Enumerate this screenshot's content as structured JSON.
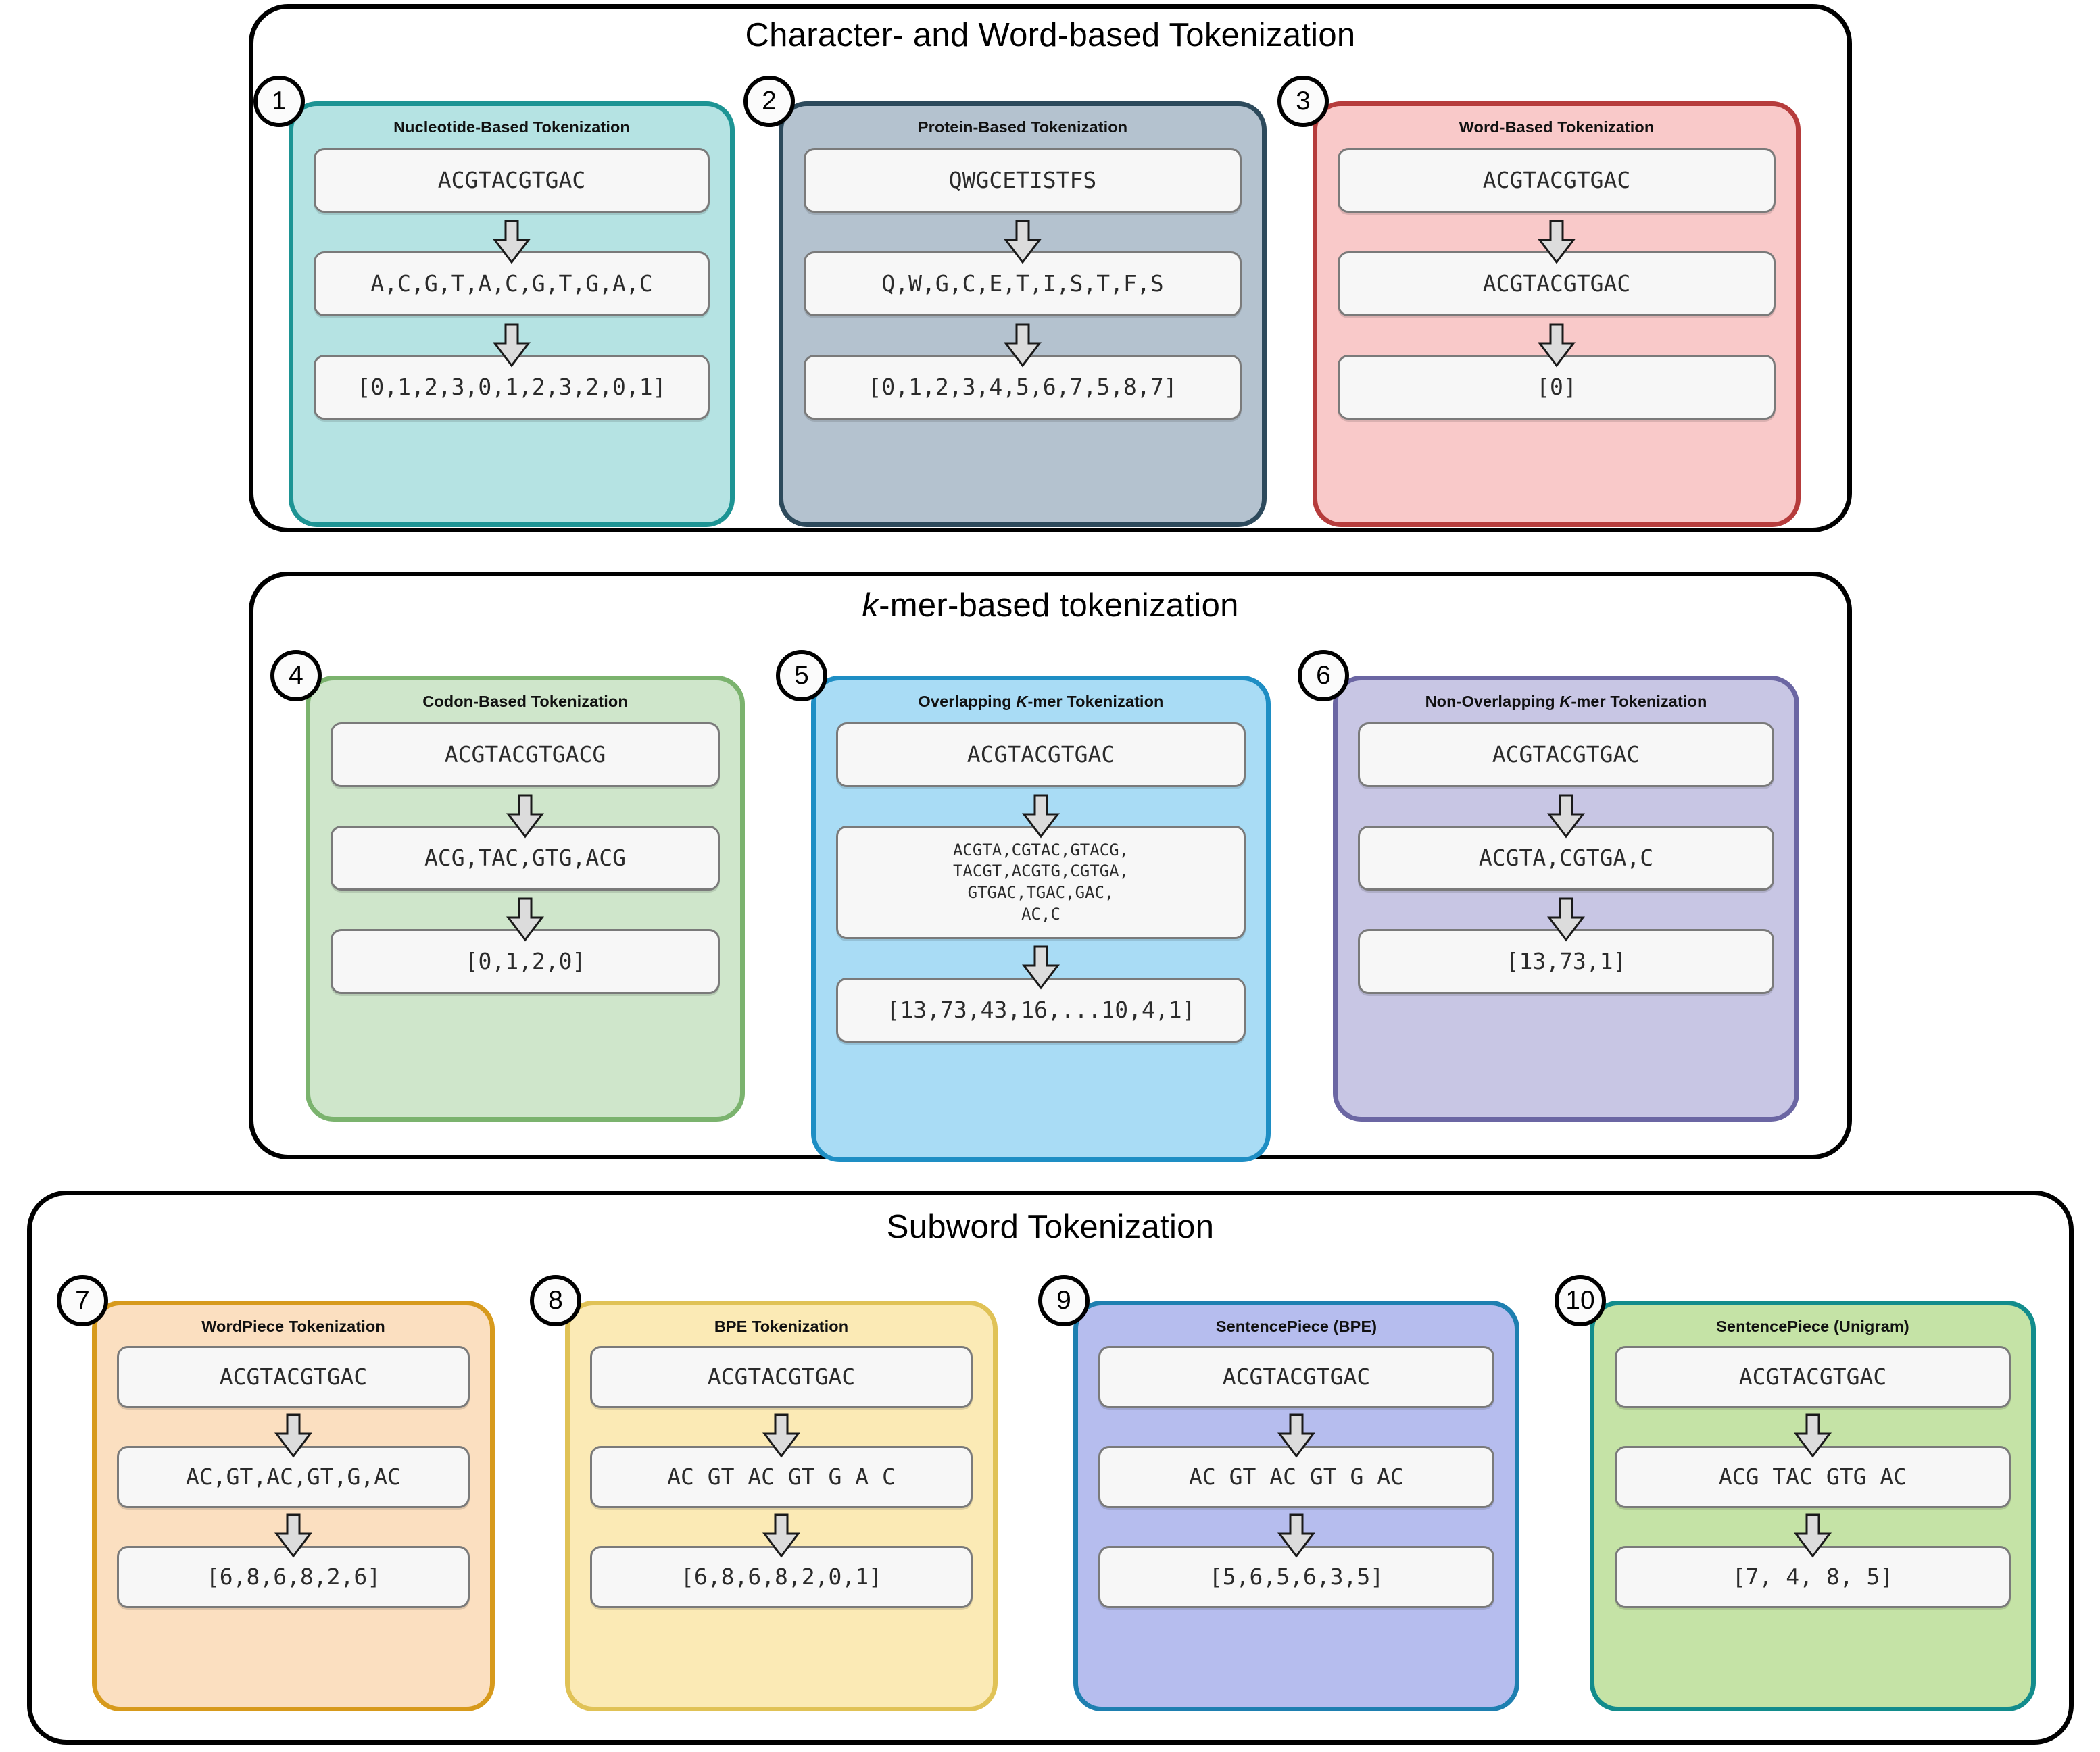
{
  "groups": [
    {
      "id": "character-word",
      "title": "Character- and Word-based Tokenization",
      "title_italic_prefix": "",
      "panels": [
        {
          "number": "1",
          "title": "Nucleotide-Based Tokenization",
          "fill": "#b5e3e3",
          "border": "#1d9494",
          "steps": [
            "ACGTACGTGAC",
            "A,C,G,T,A,C,G,T,G,A,C",
            "[0,1,2,3,0,1,2,3,2,0,1]"
          ]
        },
        {
          "number": "2",
          "title": "Protein-Based Tokenization",
          "fill": "#b4c2cf",
          "border": "#2d4a5c",
          "steps": [
            "QWGCETISTFS",
            "Q,W,G,C,E,T,I,S,T,F,S",
            "[0,1,2,3,4,5,6,7,5,8,7]"
          ]
        },
        {
          "number": "3",
          "title": "Word-Based Tokenization",
          "fill": "#f9c9c9",
          "border": "#b63c3c",
          "steps": [
            "ACGTACGTGAC",
            "ACGTACGTGAC",
            "[0]"
          ]
        }
      ]
    },
    {
      "id": "kmer",
      "title": "-mer-based tokenization",
      "title_italic_prefix": "k",
      "panels": [
        {
          "number": "4",
          "title": "Codon-Based Tokenization",
          "fill": "#cfe6cb",
          "border": "#7bb36e",
          "steps": [
            "ACGTACGTGACG",
            "ACG,TAC,GTG,ACG",
            "[0,1,2,0]"
          ]
        },
        {
          "number": "5",
          "title_prefix": "Overlapping ",
          "title_italic": "K",
          "title_suffix": "-mer Tokenization",
          "title": "Overlapping K-mer Tokenization",
          "fill": "#a9dcf5",
          "border": "#1e8ec4",
          "steps": [
            "ACGTACGTGAC",
            "ACGTA,CGTAC,GTACG,\nTACGT,ACGTG,CGTGA,\nGTGAC,TGAC,GAC,\nAC,C",
            "[13,73,43,16,...10,4,1]"
          ]
        },
        {
          "number": "6",
          "title_prefix": "Non-Overlapping ",
          "title_italic": "K",
          "title_suffix": "-mer Tokenization",
          "title": "Non-Overlapping K-mer Tokenization",
          "fill": "#c8c6e4",
          "border": "#6b66a3",
          "steps": [
            "ACGTACGTGAC",
            "ACGTA,CGTGA,C",
            "[13,73,1]"
          ]
        }
      ]
    },
    {
      "id": "subword",
      "title": "Subword Tokenization",
      "title_italic_prefix": "",
      "panels": [
        {
          "number": "7",
          "title": "WordPiece Tokenization",
          "fill": "#fbdfc0",
          "border": "#d79a1c",
          "steps": [
            "ACGTACGTGAC",
            "AC,GT,AC,GT,G,AC",
            "[6,8,6,8,2,6]"
          ]
        },
        {
          "number": "8",
          "title": "BPE Tokenization",
          "fill": "#fbeab5",
          "border": "#e0c256",
          "steps": [
            "ACGTACGTGAC",
            "AC GT AC GT G A C",
            "[6,8,6,8,2,0,1]"
          ]
        },
        {
          "number": "9",
          "title": "SentencePiece (BPE)",
          "fill": "#b6bdee",
          "border": "#1e7fb0",
          "steps": [
            "ACGTACGTGAC",
            "AC GT AC GT G AC",
            "[5,6,5,6,3,5]"
          ]
        },
        {
          "number": "10",
          "title": "SentencePiece (Unigram)",
          "fill": "#c5e3a6",
          "border": "#128c8c",
          "steps": [
            "ACGTACGTGAC",
            "ACG TAC GTG AC",
            "[7, 4, 8, 5]"
          ]
        }
      ]
    }
  ],
  "icons": {
    "down_arrow": "down-arrow-icon"
  },
  "colors": {
    "group_border": "#000000",
    "textbox_fill": "#f7f7f7",
    "textbox_border": "#7a7a7a",
    "arrow_fill": "#dcdcdc",
    "arrow_stroke": "#1a1a1a"
  }
}
